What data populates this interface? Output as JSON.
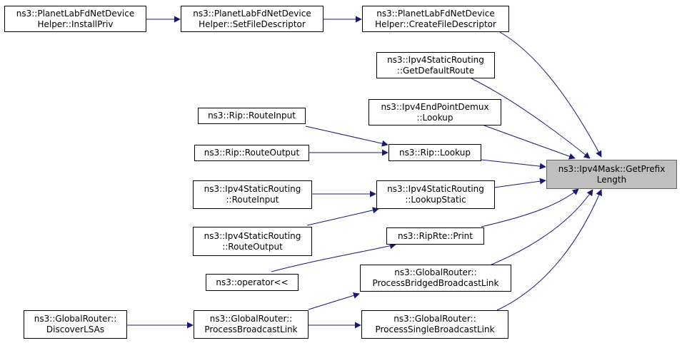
{
  "nodes": {
    "installpriv": {
      "l1": "ns3::PlanetLabFdNetDevice",
      "l2": "Helper::InstallPriv"
    },
    "setfd": {
      "l1": "ns3::PlanetLabFdNetDevice",
      "l2": "Helper::SetFileDescriptor"
    },
    "createfd": {
      "l1": "ns3::PlanetLabFdNetDevice",
      "l2": "Helper::CreateFileDescriptor"
    },
    "getdefault": {
      "l1": "ns3::Ipv4StaticRouting",
      "l2": "::GetDefaultRoute"
    },
    "epdemux": {
      "l1": "ns3::Ipv4EndPointDemux",
      "l2": "::Lookup"
    },
    "rip_ri": {
      "l1": "ns3::Rip::RouteInput"
    },
    "rip_ro": {
      "l1": "ns3::Rip::RouteOutput"
    },
    "rip_lookup": {
      "l1": "ns3::Rip::Lookup"
    },
    "target": {
      "l1": "ns3::Ipv4Mask::GetPrefix",
      "l2": "Length"
    },
    "isr_ri": {
      "l1": "ns3::Ipv4StaticRouting",
      "l2": "::RouteInput"
    },
    "isr_ls": {
      "l1": "ns3::Ipv4StaticRouting",
      "l2": "::LookupStatic"
    },
    "isr_ro": {
      "l1": "ns3::Ipv4StaticRouting",
      "l2": "::RouteOutput"
    },
    "riprte": {
      "l1": "ns3::RipRte::Print"
    },
    "oper": {
      "l1": "ns3::operator<<"
    },
    "pbbl": {
      "l1": "ns3::GlobalRouter::",
      "l2": "ProcessBridgedBroadcastLink"
    },
    "disc": {
      "l1": "ns3::GlobalRouter::",
      "l2": "DiscoverLSAs"
    },
    "pbl": {
      "l1": "ns3::GlobalRouter::",
      "l2": "ProcessBroadcastLink"
    },
    "psbl": {
      "l1": "ns3::GlobalRouter::",
      "l2": "ProcessSingleBroadcastLink"
    }
  },
  "colors": {
    "edge": "#191970",
    "target_fill": "#bfbfbf",
    "target_border": "#666666"
  }
}
